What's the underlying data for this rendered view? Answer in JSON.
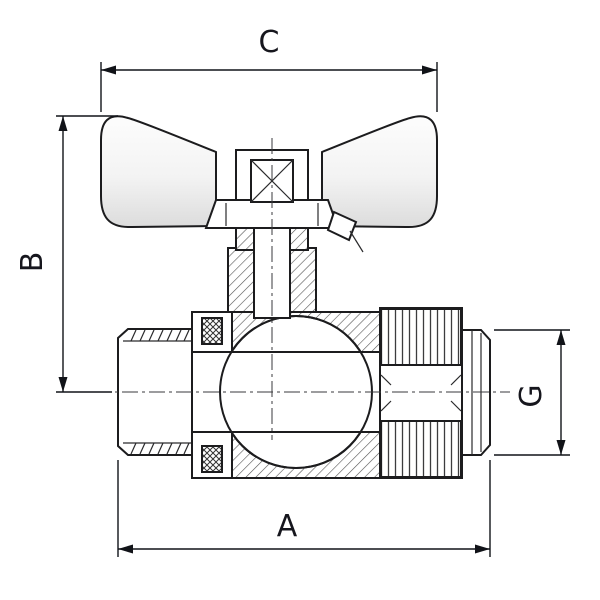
{
  "diagram": {
    "kind": "technical-drawing",
    "subject": "ball-valve-with-butterfly-wing-handle-cross-section",
    "colors": {
      "background": "#ffffff",
      "line": "#1c1c1e",
      "dimension_line": "#111318",
      "label_text": "#16161d",
      "handle_fill_top": "#fdfdfd",
      "handle_fill_bottom": "#dcdcdc"
    },
    "dimensions": {
      "top": {
        "label": "C",
        "orientation": "horizontal",
        "measures": "handle-wing-span"
      },
      "left": {
        "label": "B",
        "orientation": "vertical",
        "measures": "handle-top-to-pipe-axis"
      },
      "bottom": {
        "label": "A",
        "orientation": "horizontal",
        "measures": "overall-body-length"
      },
      "right": {
        "label": "G",
        "orientation": "vertical",
        "measures": "compression-end-diameter"
      }
    }
  }
}
